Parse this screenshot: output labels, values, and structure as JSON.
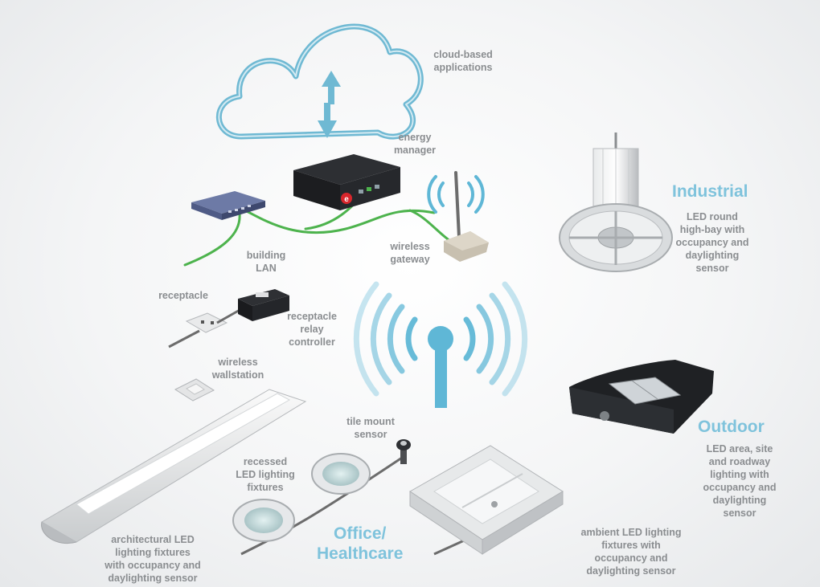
{
  "labels": {
    "cloud": "cloud-based\napplications",
    "energy_manager": "energy\nmanager",
    "building_lan": "building\nLAN",
    "wireless_gateway": "wireless\ngateway",
    "receptacle": "receptacle",
    "receptacle_relay": "receptacle\nrelay\ncontroller",
    "wireless_wallstation": "wireless\nwallstation",
    "tile_mount_sensor": "tile mount\nsensor",
    "recessed_fixtures": "recessed\nLED lighting\nfixtures",
    "architectural_fixtures": "architectural LED\nlighting fixtures\nwith occupancy and\ndaylighting sensor",
    "ambient_fixtures": "ambient LED lighting\nfixtures with\noccupancy and\ndaylighting sensor",
    "industrial_desc": "LED round\nhigh-bay with\noccupancy and\ndaylighting\nsensor",
    "outdoor_desc": "LED area, site\nand roadway\nlighting with\noccupancy and\ndaylighting\nsensor"
  },
  "zones": {
    "industrial": "Industrial",
    "outdoor": "Outdoor",
    "office": "Office/\nHealthcare"
  },
  "colors": {
    "accent": "#7fc3dc",
    "cloud_stroke": "#6fb9d3",
    "signal": "#5fb7d6",
    "cable_green": "#4db34d",
    "label_gray": "#8a8d90"
  }
}
